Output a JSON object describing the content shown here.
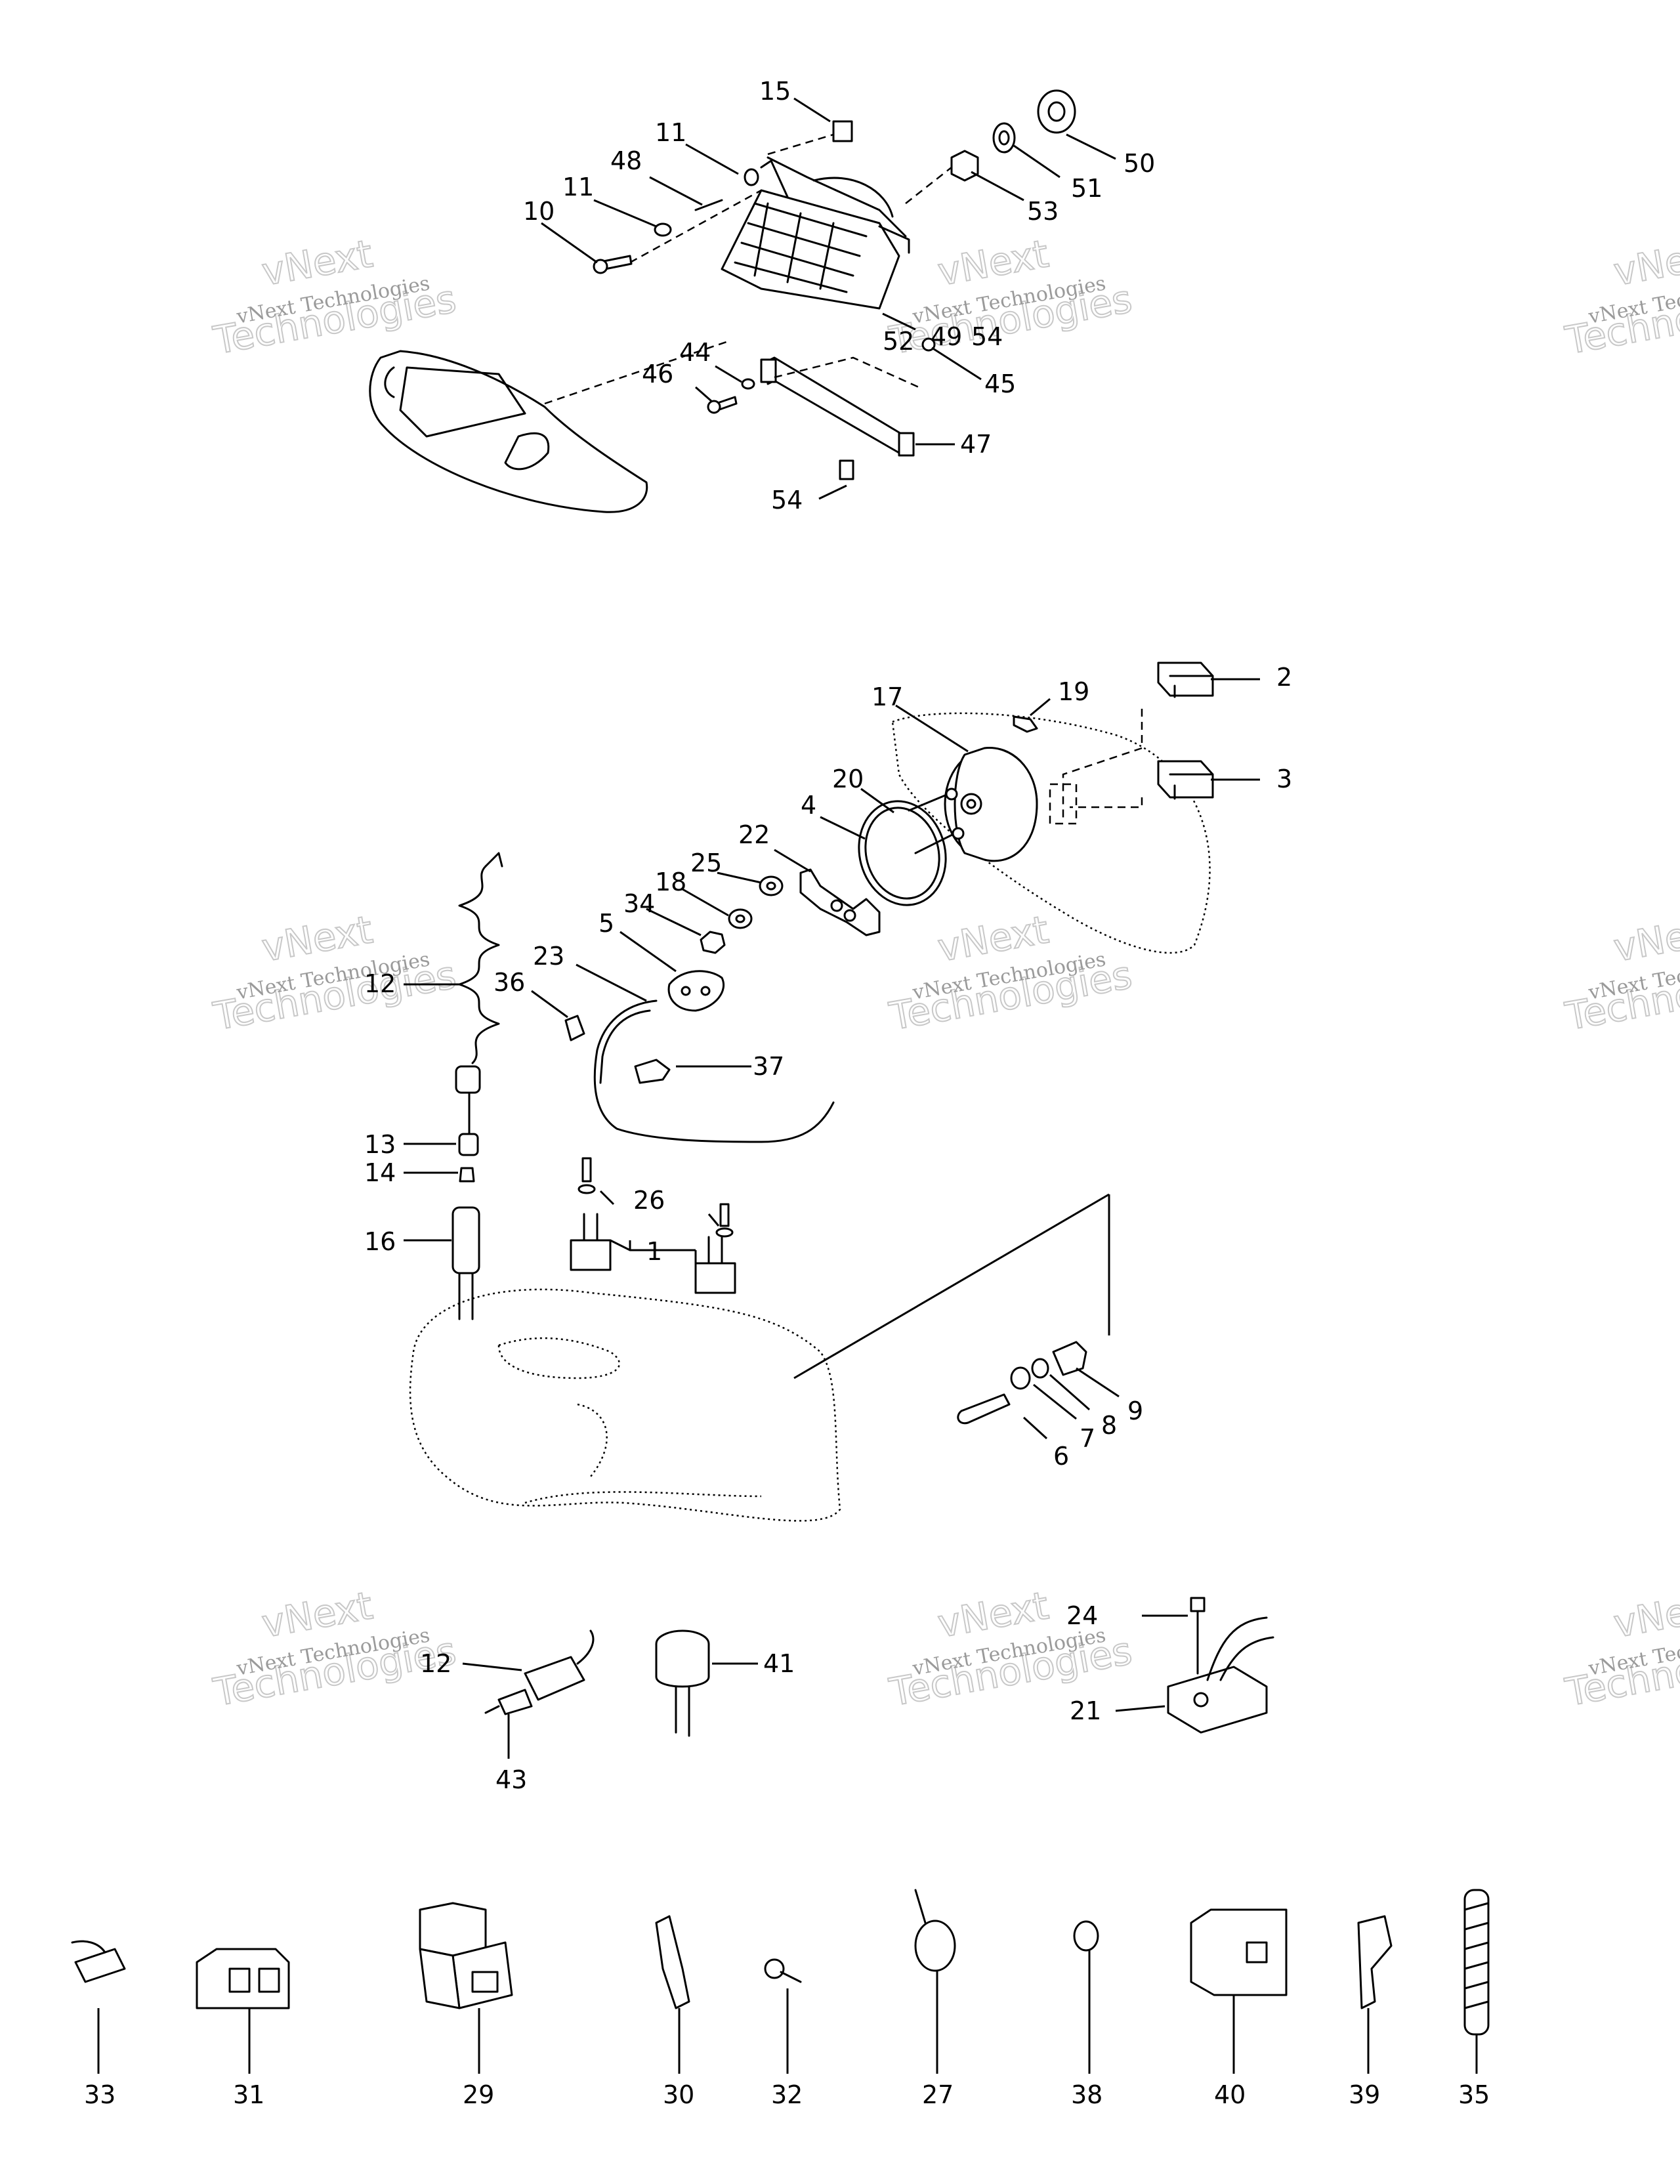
{
  "watermark": {
    "line1": "vNext",
    "line2": "Technologies",
    "caption": "vNext Technologies"
  },
  "callouts": {
    "c1": "1",
    "c2": "2",
    "c3": "3",
    "c4": "4",
    "c5": "5",
    "c6": "6",
    "c7": "7",
    "c8": "8",
    "c9": "9",
    "c10": "10",
    "c11a": "11",
    "c11b": "11",
    "c12a": "12",
    "c12b": "12",
    "c13": "13",
    "c14": "14",
    "c15": "15",
    "c16": "16",
    "c17": "17",
    "c18": "18",
    "c19": "19",
    "c20": "20",
    "c21": "21",
    "c22": "22",
    "c23": "23",
    "c24": "24",
    "c25": "25",
    "c26": "26",
    "c27": "27",
    "c29": "29",
    "c30": "30",
    "c31": "31",
    "c32": "32",
    "c33": "33",
    "c34": "34",
    "c35": "35",
    "c36": "36",
    "c37": "37",
    "c38": "38",
    "c39": "39",
    "c40": "40",
    "c41": "41",
    "c43": "43",
    "c44": "44",
    "c45": "45",
    "c46": "46",
    "c47": "47",
    "c48": "48",
    "c49": "49",
    "c50": "50",
    "c51": "51",
    "c52": "52",
    "c53": "53",
    "c54a": "54",
    "c54b": "54"
  }
}
